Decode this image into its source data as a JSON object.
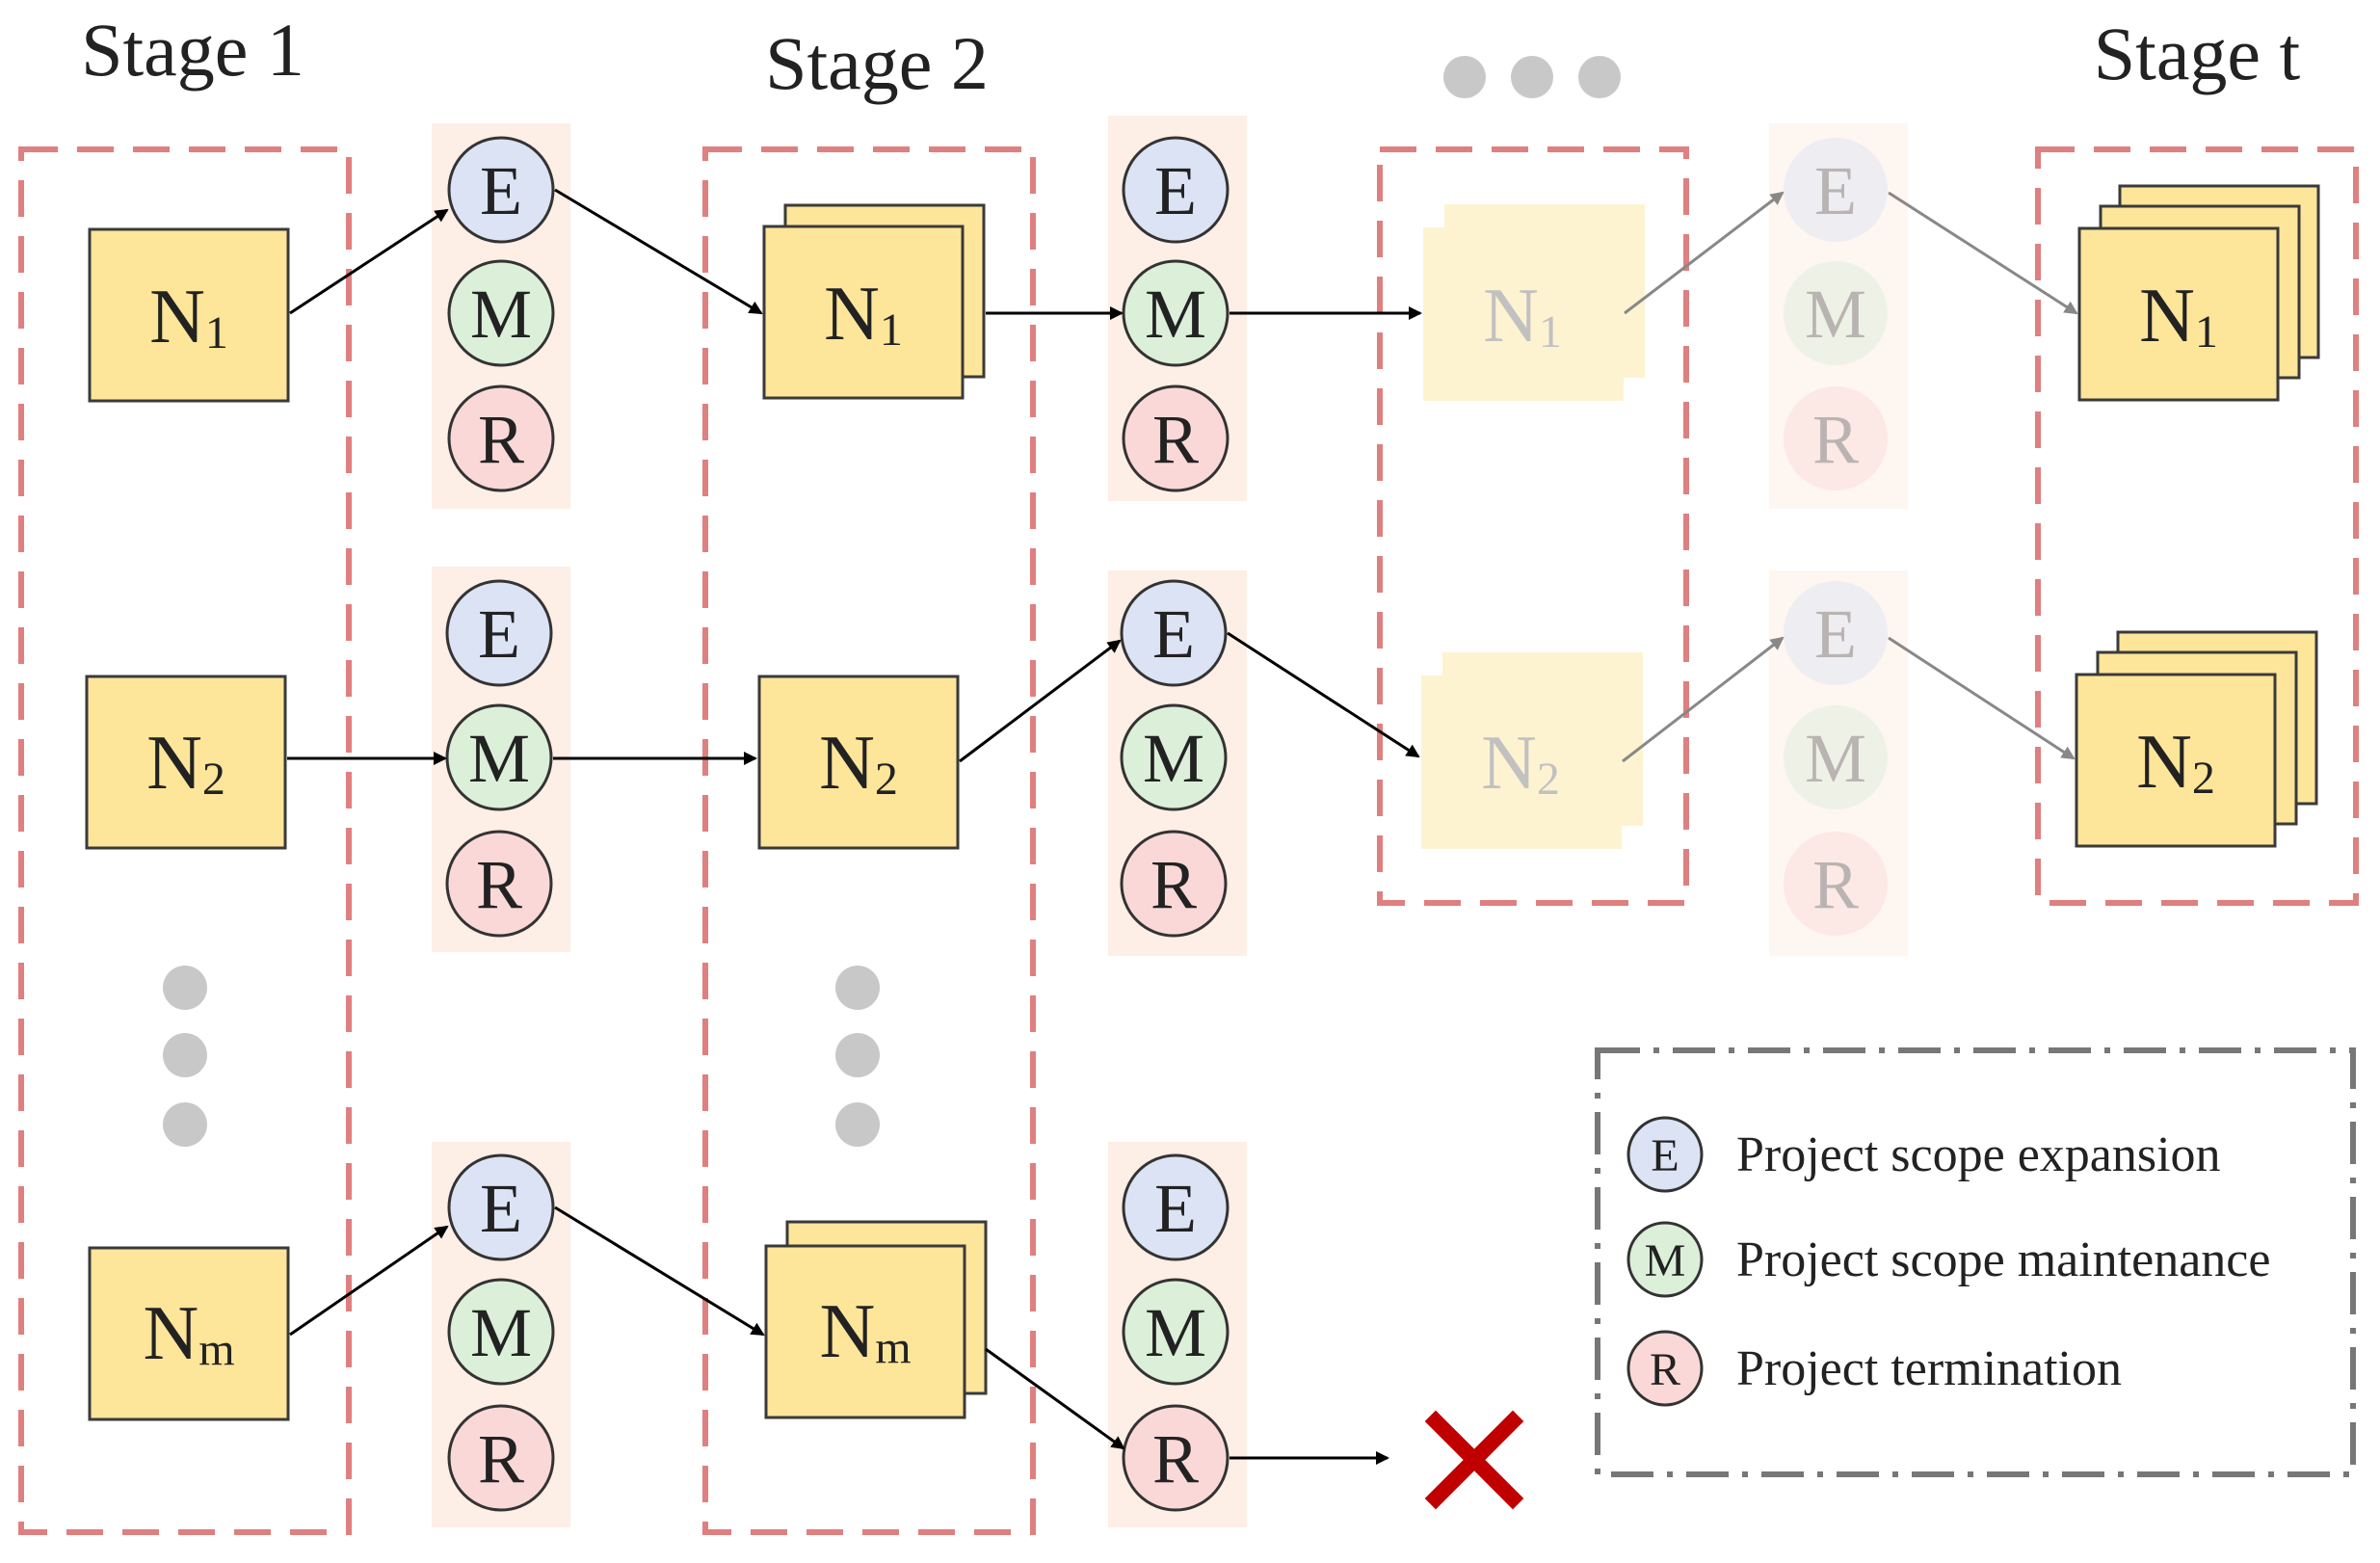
{
  "stages": {
    "stage1": "Stage 1",
    "stage2": "Stage 2",
    "stage_t": "Stage t"
  },
  "nodes": {
    "n1_base": "N",
    "n1_sub": "1",
    "n2_base": "N",
    "n2_sub": "2",
    "nm_base": "N",
    "nm_sub": "m"
  },
  "decisions": {
    "E": "E",
    "M": "M",
    "R": "R"
  },
  "legend": {
    "items": [
      {
        "key": "E",
        "label": "Project scope expansion",
        "color": "#dbe3f5"
      },
      {
        "key": "M",
        "label": "Project scope maintenance",
        "color": "#dbefd9"
      },
      {
        "key": "R",
        "label": "Project termination",
        "color": "#fbd8d8"
      }
    ]
  },
  "colors": {
    "stage_border": "#e07f7f",
    "node_fill": "#fde59a",
    "node_border": "#3a3a3a",
    "decision_band": "#fdeee6",
    "dots": "#c8c8c8",
    "terminate_mark": "#c00000",
    "legend_border": "#777777"
  },
  "icons": {
    "terminate": "cross-icon",
    "ellipsis": "ellipsis-dots-icon"
  }
}
